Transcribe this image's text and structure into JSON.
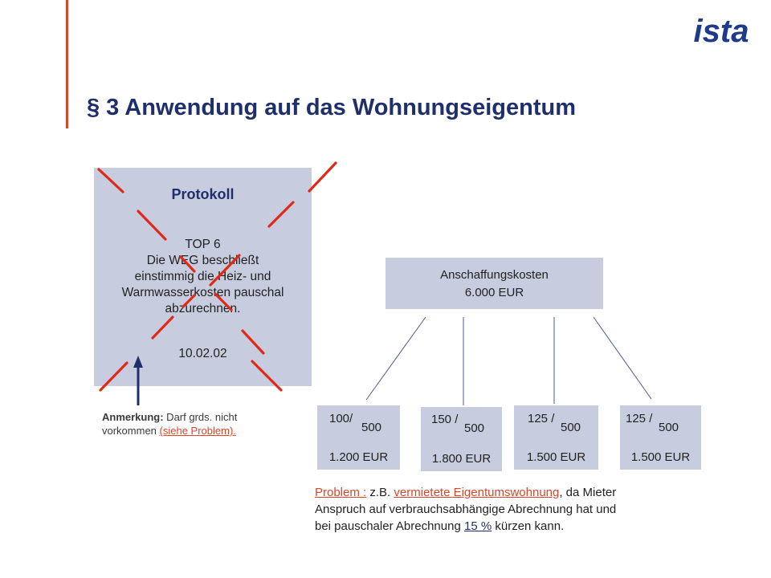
{
  "logo": {
    "text": "ista",
    "color": "#1f3a8a"
  },
  "title": "§ 3 Anwendung auf das Wohnungseigentum",
  "protocol": {
    "heading": "Protokoll",
    "top": "TOP 6",
    "lines": [
      "Die WEG beschließt",
      "einstimmig die Heiz- und",
      "Warmwasserkosten pauschal",
      "abzurechnen."
    ],
    "date": "10.02.02"
  },
  "remark": {
    "label": "Anmerkung:",
    "line1": " Darf grds. nicht",
    "line2": "vorkommen ",
    "link": "(siehe Problem)."
  },
  "costs": {
    "label": "Anschaffungskosten",
    "value": "6.000 EUR"
  },
  "shares": [
    {
      "numerator": "100/",
      "denominator": "500",
      "amount": "1.200 EUR"
    },
    {
      "numerator": "150 /",
      "denominator": "500",
      "amount": "1.800 EUR"
    },
    {
      "numerator": "125 /",
      "denominator": "500",
      "amount": "1.500 EUR"
    },
    {
      "numerator": "125 /",
      "denominator": "500",
      "amount": "1.500 EUR"
    }
  ],
  "problem": {
    "p1": "Problem :",
    "p2": " z.B. ",
    "p3": "vermietete Eigentumswohnung",
    "p4": ", da Mieter",
    "line2": "Anspruch auf verbrauchsabhängige Abrechnung hat und",
    "p5": "bei  pauschaler Abrechnung ",
    "pct": "15 %",
    "p6": " kürzen kann."
  },
  "colors": {
    "accent": "#d9472b",
    "title": "#1f2f6b",
    "box": "#c8ccdf",
    "arrow": "#1f2f6b"
  }
}
